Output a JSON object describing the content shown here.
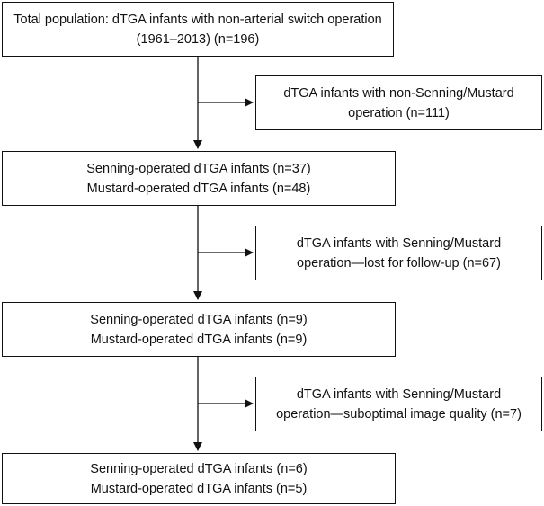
{
  "flowchart": {
    "main_boxes": [
      {
        "line1": "Total population: dTGA infants with non-arterial switch operation",
        "line2": "(1961–2013) (n=196)"
      },
      {
        "line1": "Senning-operated dTGA infants (n=37)",
        "line2": "Mustard-operated dTGA infants (n=48)"
      },
      {
        "line1": "Senning-operated dTGA infants (n=9)",
        "line2": "Mustard-operated dTGA infants (n=9)"
      },
      {
        "line1": "Senning-operated dTGA infants (n=6)",
        "line2": "Mustard-operated dTGA infants (n=5)"
      }
    ],
    "exclusion_boxes": [
      {
        "line1": "dTGA infants with non-Senning/Mustard",
        "line2": "operation (n=111)"
      },
      {
        "line1": "dTGA infants with Senning/Mustard",
        "line2": "operation—lost for follow-up (n=67)"
      },
      {
        "line1": "dTGA infants with Senning/Mustard",
        "line2": "operation—suboptimal image quality (n=7)"
      }
    ]
  }
}
